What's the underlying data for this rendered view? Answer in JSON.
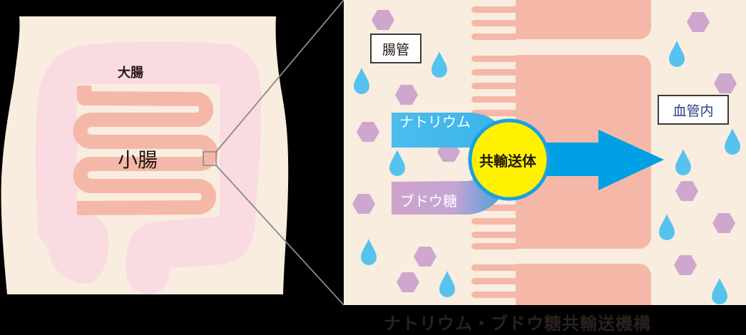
{
  "left_panel": {
    "large_intestine_label": "大腸",
    "small_intestine_label": "小腸",
    "colors": {
      "body": "#f9eddf",
      "large_intestine": "#fadbe1",
      "small_intestine": "#f5b8a8",
      "zoom_indicator": "#8a8a8a"
    }
  },
  "right_panel": {
    "lumen_label": "腸管",
    "blood_vessel_label": "血管内",
    "sodium_label": "ナトリウム",
    "glucose_label": "ブドウ糖",
    "transporter_label": "共輸送体",
    "colors": {
      "background": "#f9eddf",
      "cell": "#f5b8a8",
      "sodium_band": "#3fb8ea",
      "glucose_band": "#cfa3cc",
      "transporter_fill": "#fff100",
      "transporter_border": "#1aa0e0",
      "arrow": "#00a0e4",
      "hexagon": "#cfa6ce",
      "droplet": "#56c3ef",
      "blood_label_text": "#2a3a8c"
    }
  },
  "caption": "ナトリウム・ブドウ糖共輸送機構"
}
